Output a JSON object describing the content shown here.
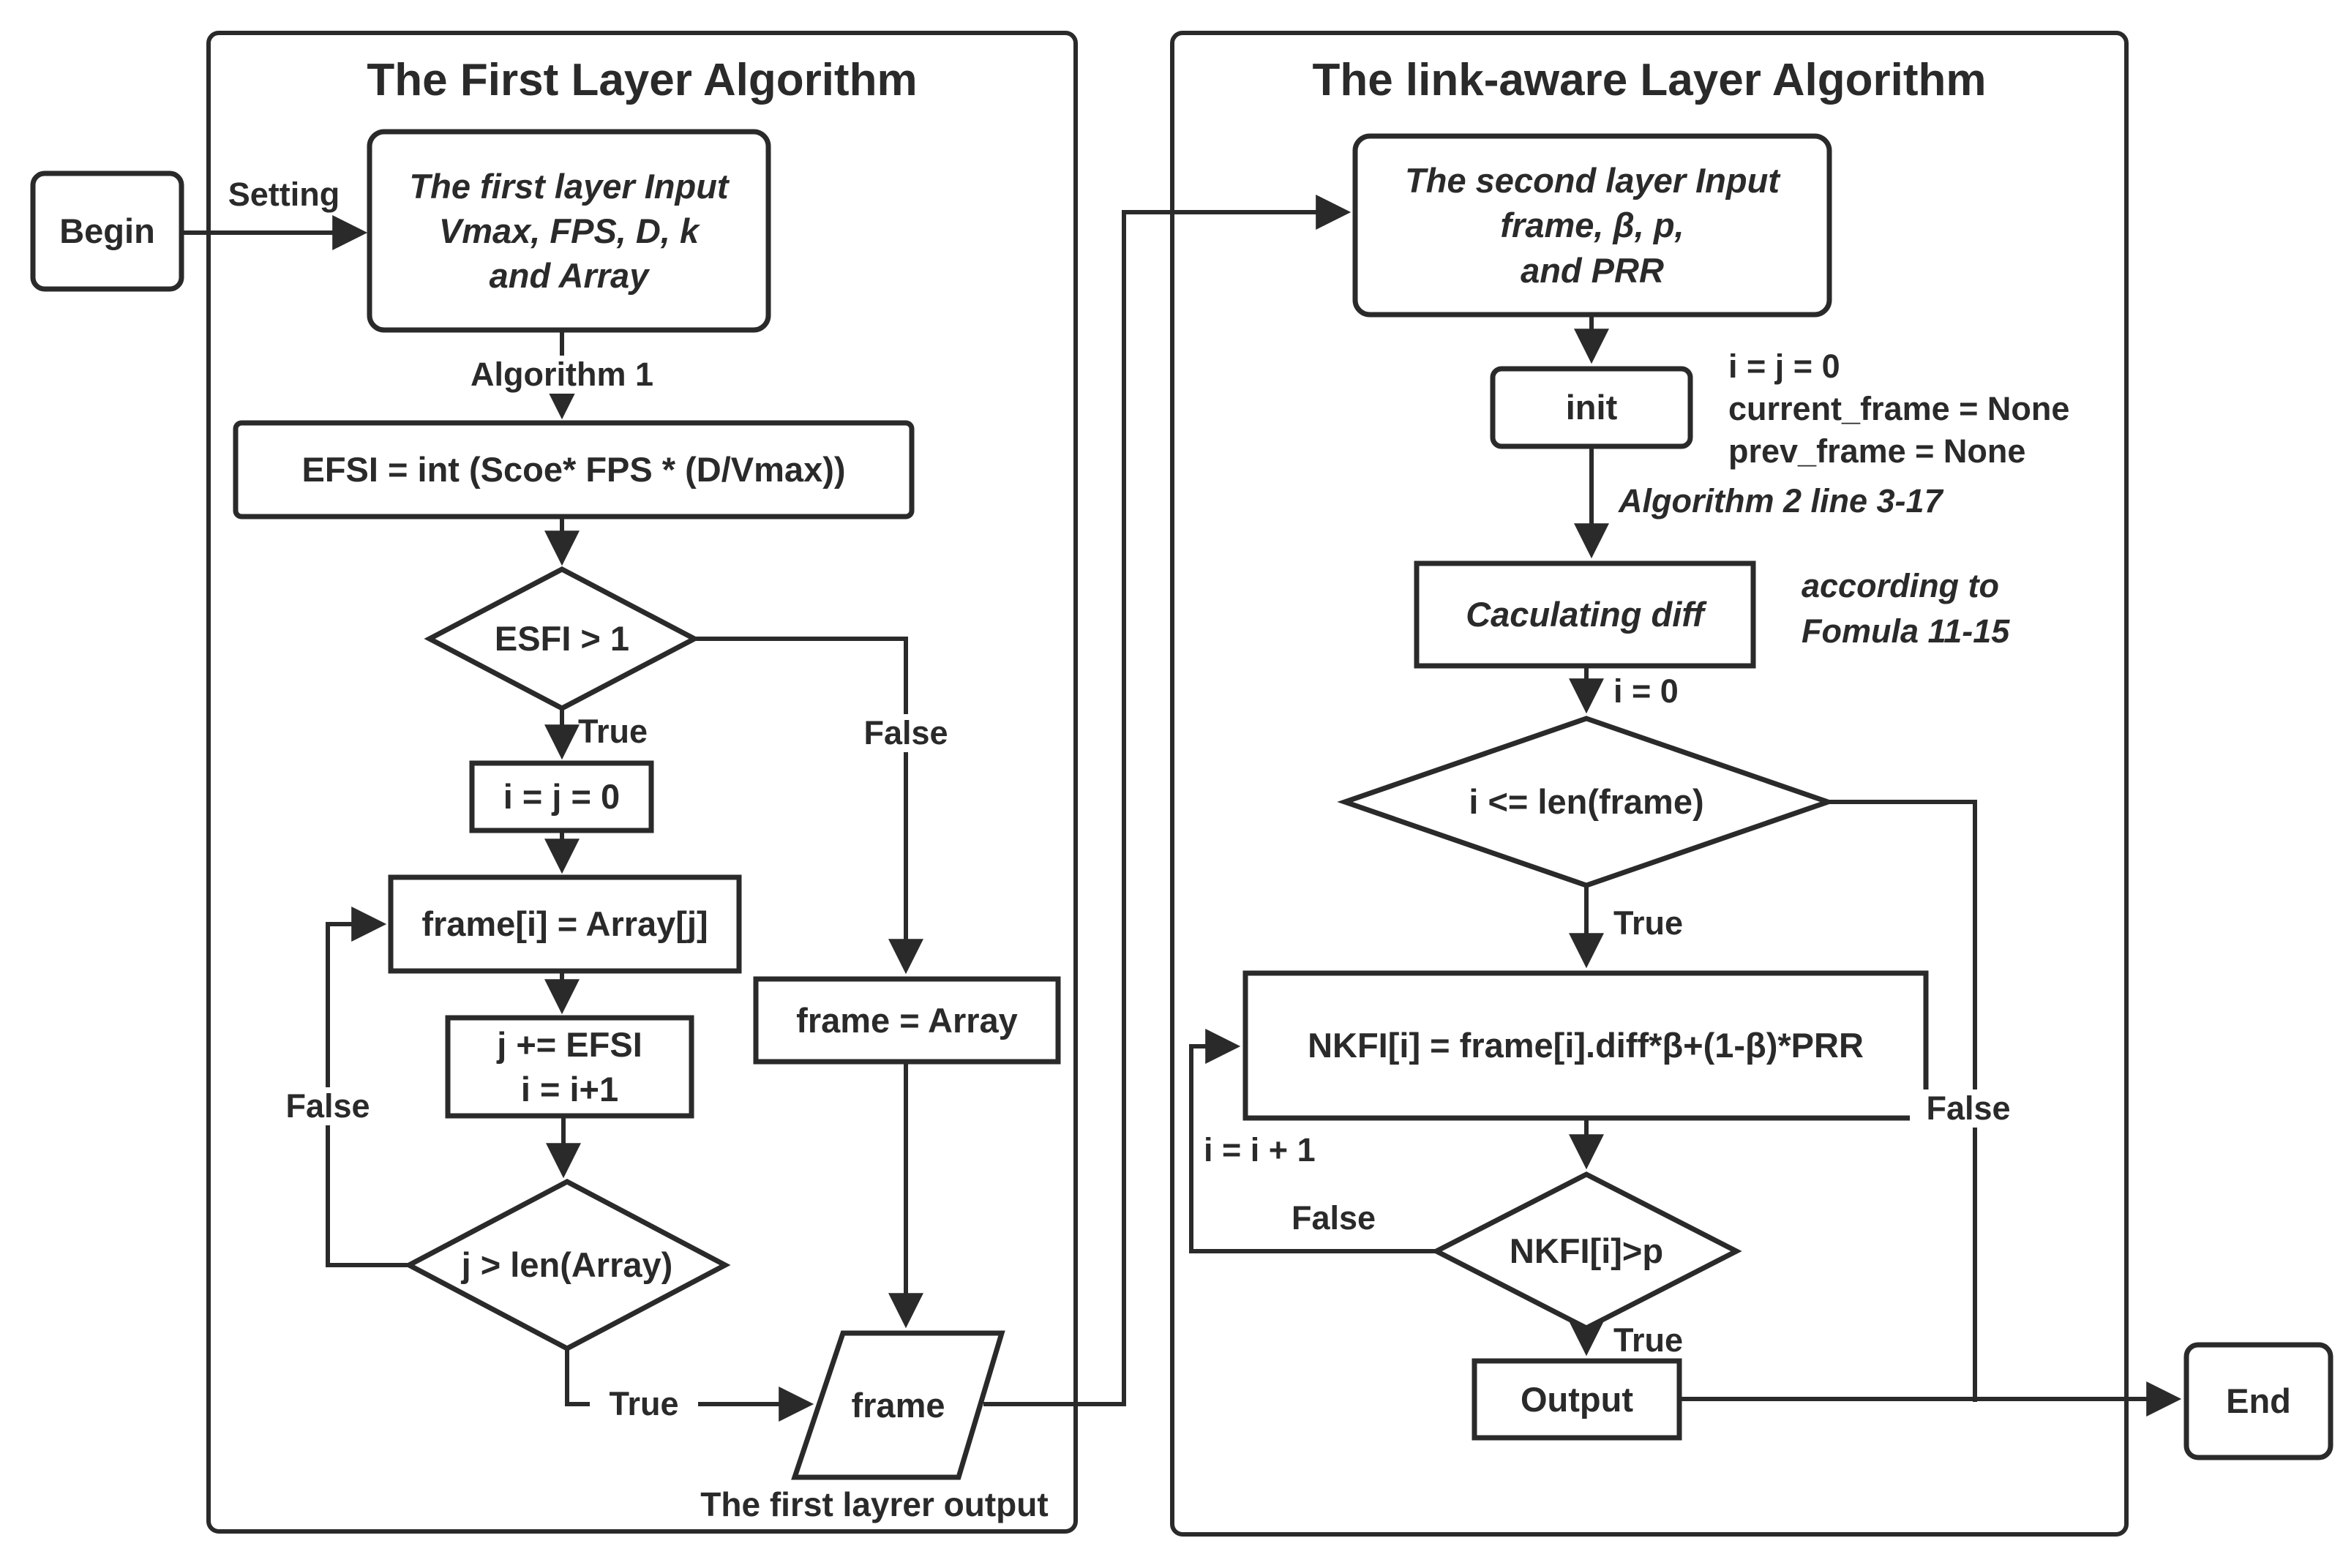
{
  "accent_color": "#2a2a2a",
  "background_color": "#ffffff",
  "begin": {
    "label": "Begin"
  },
  "end": {
    "label": "End"
  },
  "panel1": {
    "title": "The First Layer Algorithm",
    "setting_label": "Setting",
    "input_box": {
      "line1": "The first layer Input",
      "line2": "Vmax, FPS, D, k",
      "line3": "and Array"
    },
    "algorithm1_label": "Algorithm 1",
    "efsi_box": "EFSI = int (Scoe* FPS * (D/Vmax))",
    "decision_esfi": "ESFI > 1",
    "true_label": "True",
    "false_label": "False",
    "ij_box": "i = j = 0",
    "assign_box": "frame[i] = Array[j]",
    "incr_box": {
      "line1": "j += EFSI",
      "line2": "i = i+1"
    },
    "decision_len": "j > len(Array)",
    "loop_false_label": "False",
    "true_label2": "True",
    "frame_array_box": "frame = Array",
    "frame_output": "frame",
    "output_caption": "The first layrer output"
  },
  "panel2": {
    "title": "The link-aware Layer Algorithm",
    "input_box": {
      "line1": "The second layer Input",
      "line2": "frame, β, p,",
      "line3": "and PRR"
    },
    "init_box": "init",
    "init_note": {
      "line1": "i = j = 0",
      "line2": "current_frame = None",
      "line3": "prev_frame = None"
    },
    "algorithm2_label": "Algorithm 2 line 3-17",
    "calc_box": "Caculating diff",
    "calc_note": {
      "line1": "according to",
      "line2": "Fomula 11-15"
    },
    "i0_label": "i = 0",
    "decision_len": "i <= len(frame)",
    "true_label": "True",
    "false_label": "False",
    "nkfi_box": "NKFI[i] = frame[i].diff*β+(1-β)*PRR",
    "incr_label": "i = i + 1",
    "loop_false_label": "False",
    "decision_nkfi": "NKFI[i]>p",
    "true_label2": "True",
    "output_box": "Output"
  }
}
